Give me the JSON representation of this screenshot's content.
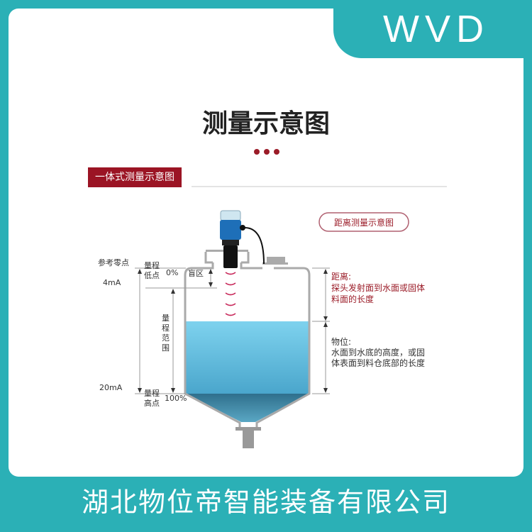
{
  "brand": {
    "logo": "WVD",
    "color": "#2bb0b6"
  },
  "title": "测量示意图",
  "section_label": "一体式测量示意图",
  "diagram": {
    "badge": "距离测量示意图",
    "ref_zero": "参考零点",
    "low_label_1": "量程",
    "low_label_2": "低点",
    "low_current": "4mA",
    "low_percent": "0%",
    "blind_zone": "盲区",
    "range_label": [
      "量",
      "程",
      "范",
      "围"
    ],
    "high_current": "20mA",
    "high_label_1": "量程",
    "high_label_2": "高点",
    "high_percent": "100%",
    "distance_title": "距离:",
    "distance_line1": "探头发射面到水面或固体",
    "distance_line2": "料面的长度",
    "level_title": "物位:",
    "level_line1": "水面到水底的高度，或固",
    "level_line2": "体表面到料仓底部的长度"
  },
  "footer": "湖北物位帝智能装备有限公司"
}
